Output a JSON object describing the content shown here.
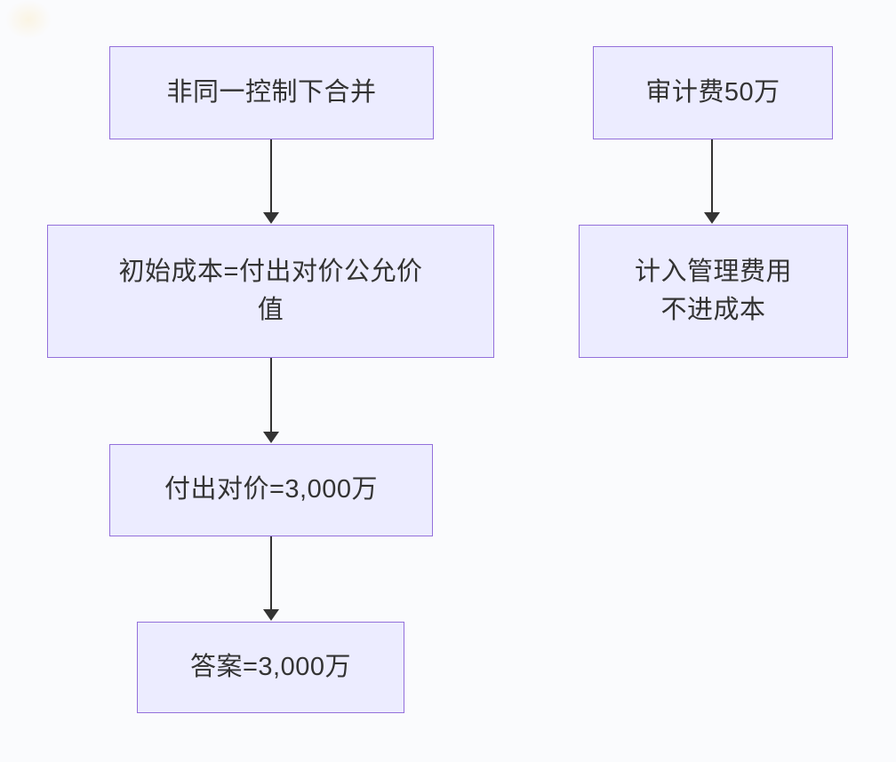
{
  "diagram": {
    "type": "flowchart",
    "direction": "top-down",
    "nodes": [
      {
        "id": "n1",
        "label": "非同一控制下合并"
      },
      {
        "id": "n2",
        "label": "初始成本=付出对价公允价\n值"
      },
      {
        "id": "n3",
        "label": "付出对价=3,000万"
      },
      {
        "id": "n4",
        "label": "答案=3,000万"
      },
      {
        "id": "r1",
        "label": "审计费50万"
      },
      {
        "id": "r2",
        "label": "计入管理费用\n不进成本"
      }
    ],
    "edges": [
      {
        "from": "n1",
        "to": "n2"
      },
      {
        "from": "n2",
        "to": "n3"
      },
      {
        "from": "n3",
        "to": "n4"
      },
      {
        "from": "r1",
        "to": "r2"
      }
    ]
  },
  "colors": {
    "background": "#FAFBFD",
    "node_fill": "#ECECFF",
    "node_border": "#9370DB",
    "text": "#333333",
    "arrow": "#333333",
    "watermark": "#FAF3DF"
  }
}
